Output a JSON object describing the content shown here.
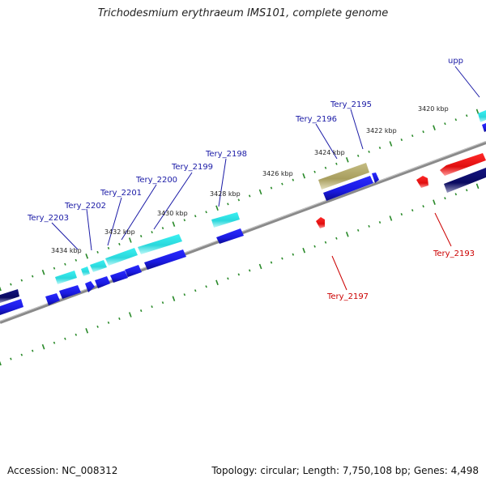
{
  "title": "Trichodesmium erythraeum IMS101, complete genome",
  "accession": "Accession: NC_008312",
  "stats": "Topology: circular; Length: 7,750,108 bp; Genes: 4,498",
  "colors": {
    "backbone": "#808080",
    "ticks": "#2a8a2a",
    "gene_blue": "#1a1aee",
    "gene_navy": "#0a0a70",
    "gene_cyan": "#33e4e8",
    "gene_olive": "#b2a86a",
    "gene_red": "#ee1111",
    "label_blue": "#1a1aa6",
    "label_red": "#cc0000"
  },
  "tick_labels": [
    {
      "id": "t3434",
      "text": "3434 kbp"
    },
    {
      "id": "t3432",
      "text": "3432 kbp"
    },
    {
      "id": "t3430",
      "text": "3430 kbp"
    },
    {
      "id": "t3428",
      "text": "3428 kbp"
    },
    {
      "id": "t3426",
      "text": "3426 kbp"
    },
    {
      "id": "t3424",
      "text": "3424 kbp"
    },
    {
      "id": "t3422",
      "text": "3422 kbp"
    },
    {
      "id": "t3420",
      "text": "3420 kbp"
    }
  ],
  "gene_labels": [
    {
      "id": "l2203",
      "text": "Tery_2203",
      "strand": "top"
    },
    {
      "id": "l2202",
      "text": "Tery_2202",
      "strand": "top"
    },
    {
      "id": "l2201",
      "text": "Tery_2201",
      "strand": "top"
    },
    {
      "id": "l2200",
      "text": "Tery_2200",
      "strand": "top"
    },
    {
      "id": "l2199",
      "text": "Tery_2199",
      "strand": "top"
    },
    {
      "id": "l2198",
      "text": "Tery_2198",
      "strand": "top"
    },
    {
      "id": "l2196",
      "text": "Tery_2196",
      "strand": "top"
    },
    {
      "id": "l2195",
      "text": "Tery_2195",
      "strand": "top"
    },
    {
      "id": "lupp",
      "text": "upp",
      "strand": "top"
    },
    {
      "id": "l2197",
      "text": "Tery_2197",
      "strand": "bottom"
    },
    {
      "id": "l2193",
      "text": "Tery_2193",
      "strand": "bottom"
    }
  ]
}
